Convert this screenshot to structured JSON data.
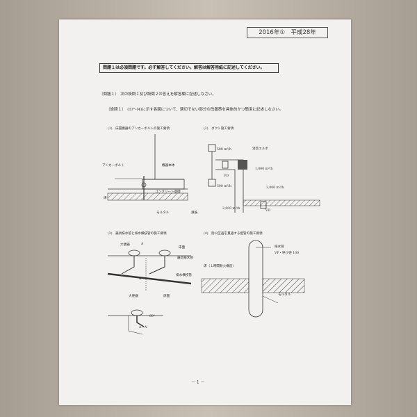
{
  "header": {
    "year_label": "2016年①　平成28年"
  },
  "notice": "問題１は必須問題です。必ず解答してください。解答は解答用紙に記述してください。",
  "question": {
    "title": "〔問題１〕　次の設問１及び設問２の答えを解答欄に記述しなさい。",
    "sub": "〔設問１〕　(1)〜(4)に示す各図について、適切でない部分の改善策を具体的かつ簡潔に記述しなさい。"
  },
  "figures": [
    {
      "caption": "(1)　床置機器のアンカーボルトの施工要領",
      "labels": [
        "アンカーボルト",
        "機器本体",
        "コンクリート基礎",
        "床",
        "モルタル",
        "鉄筋"
      ]
    },
    {
      "caption": "(2)　ダクト施工要領",
      "labels": [
        "500 m³/h",
        "消音エルボ",
        "1,000 m³/h",
        "VD",
        "500 m³/h",
        "3,000 m³/h",
        "2,000 m³/h",
        "VD"
      ]
    },
    {
      "caption": "(3)　器具排水管と排水横枝管の施工要領",
      "labels": [
        "大便器",
        "A",
        "床面",
        "器具排水管",
        "排水横枝管",
        "A'",
        "大便器",
        "床面",
        "60°",
        "A－A'"
      ]
    },
    {
      "caption": "(4)　防火区画を貫通する配管の施工要領",
      "labels": [
        "排水管",
        "VP・呼び径 100",
        "床（１時間耐火構造）",
        "モルタル"
      ]
    }
  ],
  "footer": {
    "page": "－ 1 －"
  }
}
